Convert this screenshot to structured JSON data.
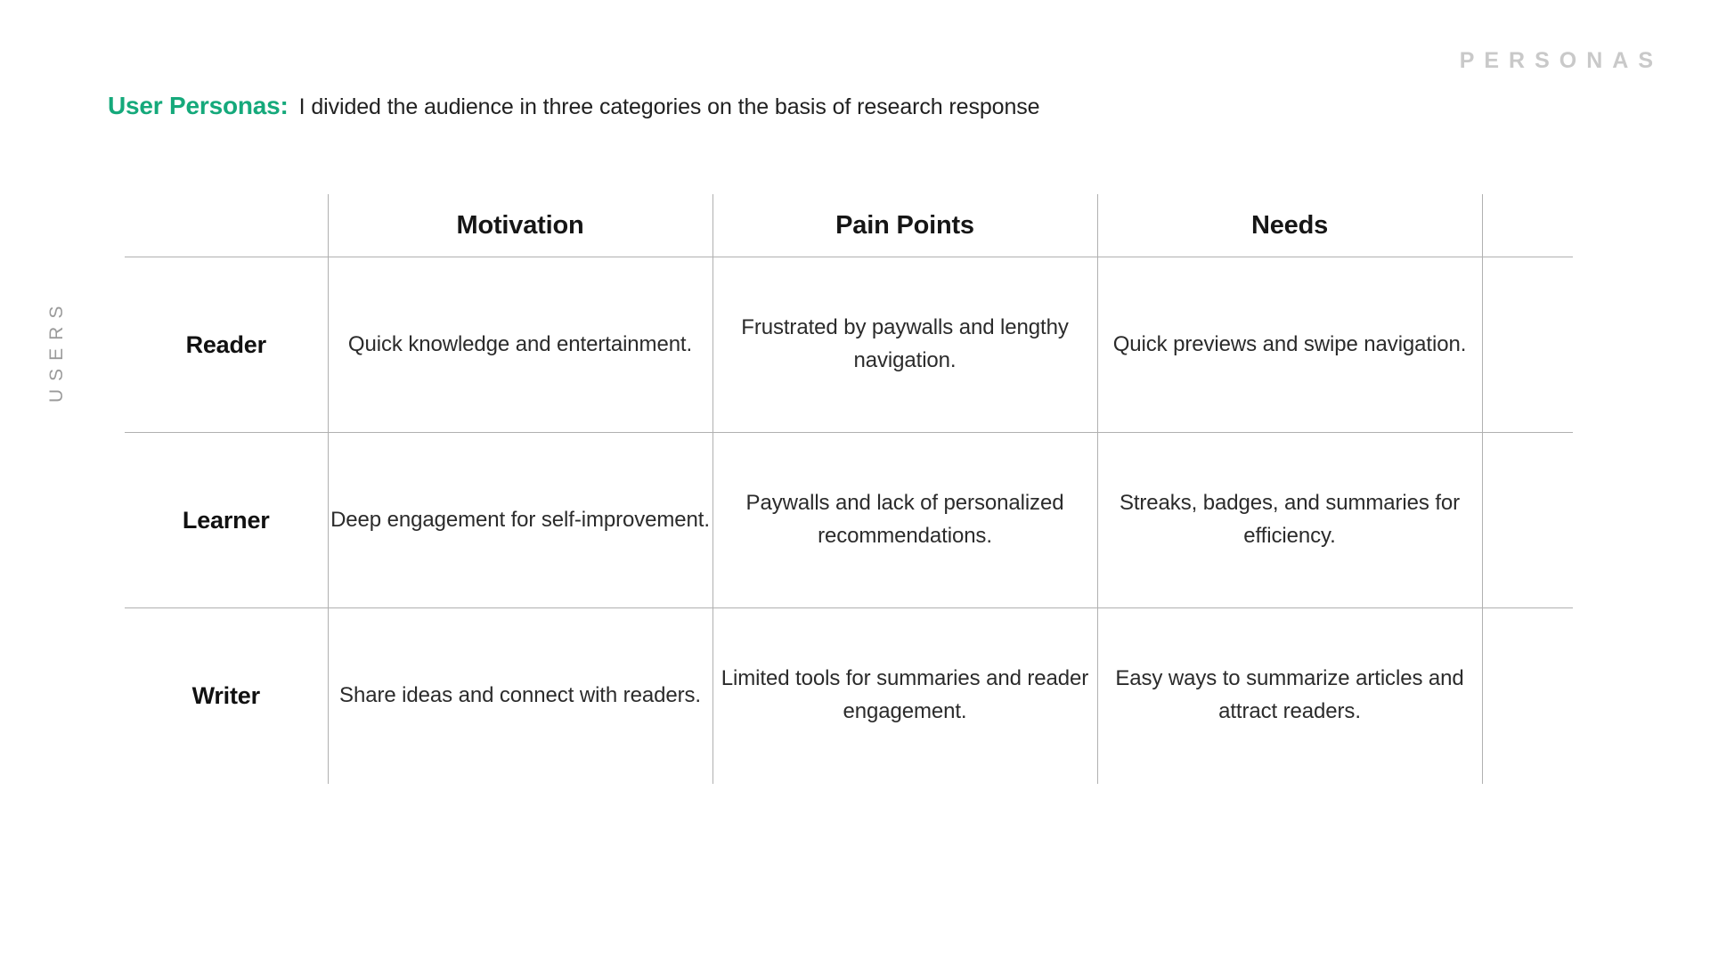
{
  "slide": {
    "section_label": "PERSONAS",
    "headline_title": "User Personas:",
    "headline_subtitle": "I divided the audience in three categories on the basis of research response",
    "axis_label": "USERS",
    "accent_color": "#15a97b",
    "label_gray": "#c9c9c9",
    "border_color": "#b0b0b0"
  },
  "matrix": {
    "row_header_label": "",
    "columns": [
      {
        "label": "Motivation"
      },
      {
        "label": "Pain Points"
      },
      {
        "label": "Needs"
      },
      {
        "label": ""
      }
    ],
    "rows": [
      {
        "persona": "Reader",
        "cells": [
          "Quick knowledge and entertainment.",
          "Frustrated by paywalls and lengthy navigation.",
          "Quick previews and swipe navigation.",
          ""
        ]
      },
      {
        "persona": "Learner",
        "cells": [
          "Deep engagement for self-improvement.",
          "Paywalls and lack of personalized recommendations.",
          "Streaks, badges, and summaries for efficiency.",
          ""
        ]
      },
      {
        "persona": "Writer",
        "cells": [
          "Share ideas and connect with readers.",
          "Limited tools for summaries and reader engagement.",
          "Easy ways to summarize articles and attract readers.",
          ""
        ]
      }
    ]
  }
}
